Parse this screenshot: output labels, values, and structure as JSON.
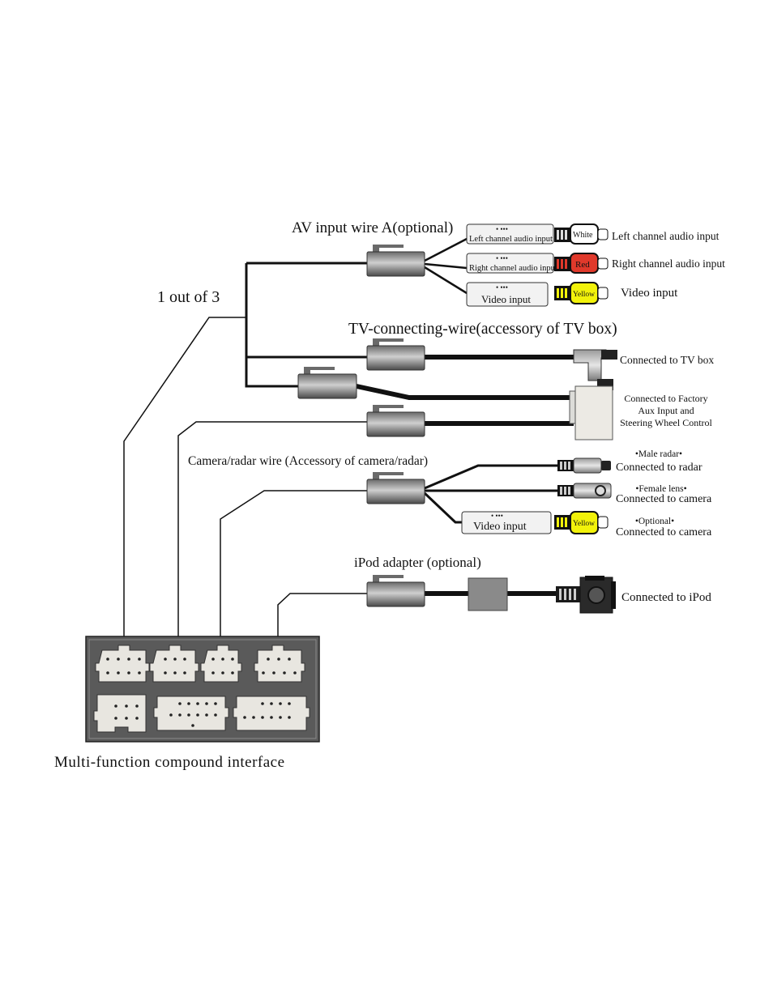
{
  "labels": {
    "av_title": "AV input wire A(optional)",
    "one_of_three": "1 out of 3",
    "tv_title": "TV-connecting-wire(accessory of TV box)",
    "camera_title": "Camera/radar wire (Accessory of camera/radar)",
    "ipod_title": "iPod adapter (optional)",
    "bottom_title": "Multi-function compound interface"
  },
  "av_inputs": [
    {
      "box": "Left channel audio input",
      "plug": "White",
      "desc": "Left channel audio input",
      "color": "#ffffff"
    },
    {
      "box": "Right channel audio input",
      "plug": "Red",
      "desc": "Right channel audio input",
      "color": "#e0392b"
    },
    {
      "box": "Video input",
      "plug": "Yellow",
      "desc": "Video input",
      "color": "#f2f20a"
    }
  ],
  "tv": {
    "desc": "Connected to TV box"
  },
  "factory": {
    "line1": "Connected to Factory",
    "line2": "Aux Input and",
    "line3": "Steering Wheel Control"
  },
  "camera": [
    {
      "tag": "•Male radar•",
      "desc": "Connected to radar"
    },
    {
      "tag": "•Female lens•",
      "desc": "Connected to camera"
    },
    {
      "tag": "•Optional•",
      "desc": "Connected to camera",
      "box": "Video input",
      "plug": "Yellow"
    }
  ],
  "ipod": {
    "desc": "Connected to iPod"
  },
  "colors": {
    "connector_dark": "#5a5a5a",
    "connector_light": "#b5b5b5",
    "panel": "#555555",
    "socket": "#e8e6e0",
    "yellow": "#f2f20a",
    "red": "#e0392b"
  }
}
